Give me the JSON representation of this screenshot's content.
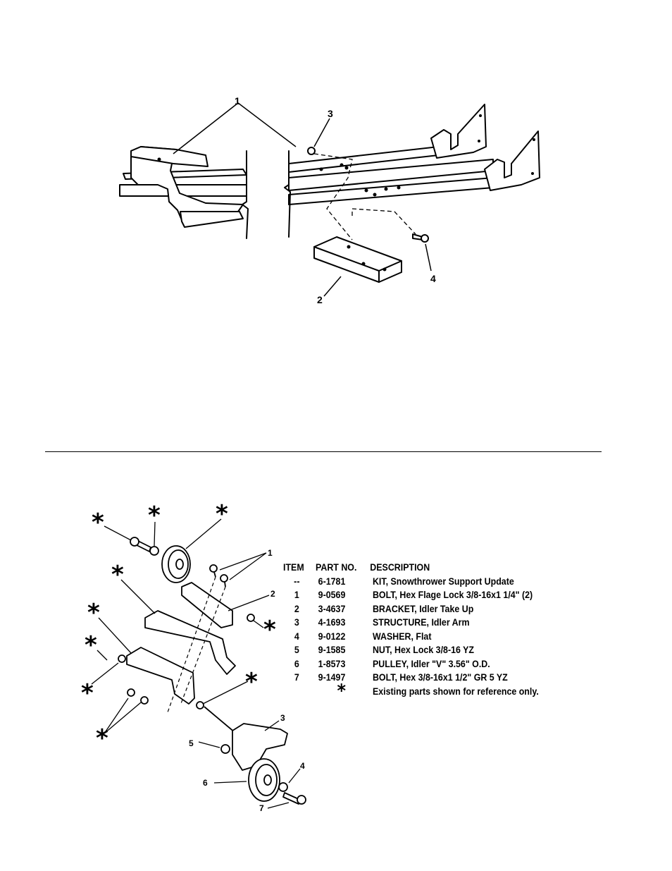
{
  "top_figure": {
    "callouts": [
      "1",
      "2",
      "3",
      "4"
    ]
  },
  "bottom_figure": {
    "callouts": [
      "1",
      "2",
      "3",
      "4",
      "5",
      "6",
      "7"
    ],
    "reference_mark": "*"
  },
  "parts_table": {
    "headers": {
      "item": "ITEM",
      "part_no": "PART NO.",
      "description": "DESCRIPTION"
    },
    "rows": [
      {
        "item": "--",
        "part_no": "6-1781",
        "description": "KIT, Snowthrower Support Update"
      },
      {
        "item": "1",
        "part_no": "9-0569",
        "description": "BOLT, Hex Flage Lock 3/8-16x1 1/4\" (2)"
      },
      {
        "item": "2",
        "part_no": "3-4637",
        "description": "BRACKET, Idler Take Up"
      },
      {
        "item": "3",
        "part_no": "4-1693",
        "description": "STRUCTURE, Idler Arm"
      },
      {
        "item": "4",
        "part_no": "9-0122",
        "description": "WASHER, Flat"
      },
      {
        "item": "5",
        "part_no": "9-1585",
        "description": "NUT, Hex Lock 3/8-16 YZ"
      },
      {
        "item": "6",
        "part_no": "1-8573",
        "description": "PULLEY, Idler \"V\" 3.56\" O.D."
      },
      {
        "item": "7",
        "part_no": "9-1497",
        "description": "BOLT, Hex 3/8-16x1 1/2\" GR 5 YZ"
      }
    ],
    "note": {
      "symbol": "*",
      "text": "Existing parts shown for reference only."
    }
  }
}
